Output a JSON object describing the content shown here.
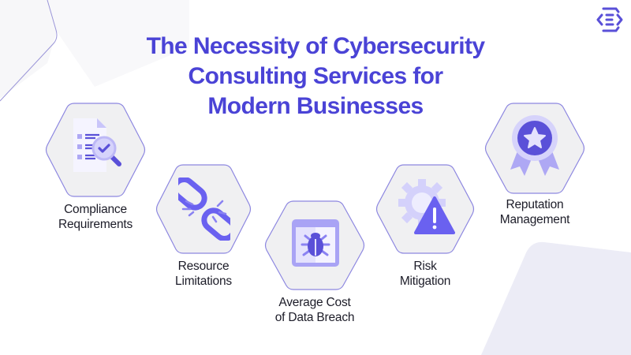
{
  "title": {
    "lines": [
      "The Necessity of Cybersecurity",
      "Consulting Services for",
      "Modern Businesses"
    ]
  },
  "logo": {
    "icon": "brand-hexagon-e-icon"
  },
  "colors": {
    "accent": "#4a43d6",
    "icon_primary": "#6a61f0",
    "icon_light": "#c9c5fa",
    "hex_fill": "#f0f0f2",
    "hex_stroke": "#8c86e0",
    "label_text": "#1c1c28",
    "bg_shape": "#ececf6"
  },
  "items": [
    {
      "icon": "document-check-magnifier-icon",
      "label_lines": [
        "Compliance",
        "Requirements"
      ]
    },
    {
      "icon": "broken-chain-link-icon",
      "label_lines": [
        "Resource",
        "Limitations"
      ]
    },
    {
      "icon": "browser-bug-icon",
      "label_lines": [
        "Average Cost",
        "of Data Breach"
      ]
    },
    {
      "icon": "gear-warning-icon",
      "label_lines": [
        "Risk",
        "Mitigation"
      ]
    },
    {
      "icon": "award-badge-star-icon",
      "label_lines": [
        "Reputation",
        "Management"
      ]
    }
  ]
}
